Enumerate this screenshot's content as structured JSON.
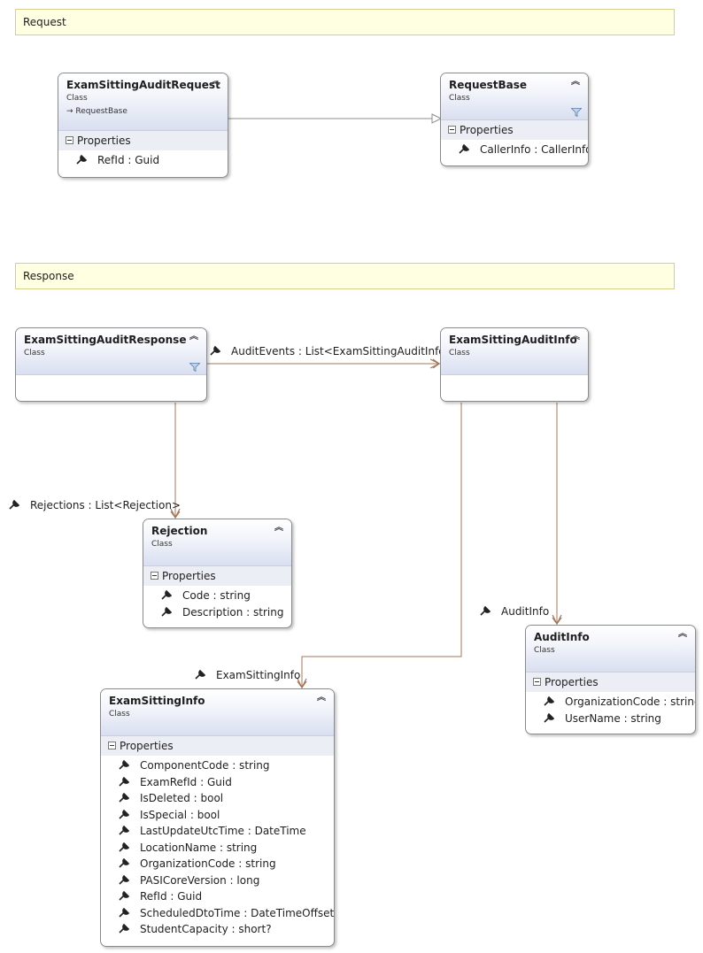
{
  "comments": {
    "request": "Request",
    "response": "Response"
  },
  "classes": {
    "exam_sitting_audit_request": {
      "name": "ExamSittingAuditRequest",
      "kind": "Class",
      "base": "→ RequestBase",
      "section": "Properties",
      "members": [
        "RefId : Guid"
      ]
    },
    "request_base": {
      "name": "RequestBase",
      "kind": "Class",
      "section": "Properties",
      "members": [
        "CallerInfo : CallerInfo"
      ]
    },
    "exam_sitting_audit_response": {
      "name": "ExamSittingAuditResponse",
      "kind": "Class"
    },
    "exam_sitting_audit_info": {
      "name": "ExamSittingAuditInfo",
      "kind": "Class"
    },
    "rejection": {
      "name": "Rejection",
      "kind": "Class",
      "section": "Properties",
      "members": [
        "Code : string",
        "Description : string"
      ]
    },
    "audit_info": {
      "name": "AuditInfo",
      "kind": "Class",
      "section": "Properties",
      "members": [
        "OrganizationCode : string",
        "UserName : string"
      ]
    },
    "exam_sitting_info": {
      "name": "ExamSittingInfo",
      "kind": "Class",
      "section": "Properties",
      "members": [
        "ComponentCode : string",
        "ExamRefId : Guid",
        "IsDeleted : bool",
        "IsSpecial : bool",
        "LastUpdateUtcTime : DateTime",
        "LocationName : string",
        "OrganizationCode : string",
        "PASICoreVersion : long",
        "RefId : Guid",
        "ScheduledDtoTime : DateTimeOffset",
        "StudentCapacity : short?"
      ]
    }
  },
  "associations": {
    "audit_events": "AuditEvents : List<ExamSittingAuditInfo>",
    "rejections": "Rejections : List<Rejection>",
    "audit_info": "AuditInfo",
    "exam_sitting_info": "ExamSittingInfo"
  },
  "icons": {
    "collapse": "double-chevron-up-icon",
    "filter": "filter-icon",
    "property": "wrench-icon",
    "section_toggle": "minus-box-icon"
  },
  "colors": {
    "association_line": "#a0775a",
    "inheritance_line": "#8c8c8c",
    "comment_fill": "#ffffe1",
    "class_header": "#d9dff0"
  }
}
